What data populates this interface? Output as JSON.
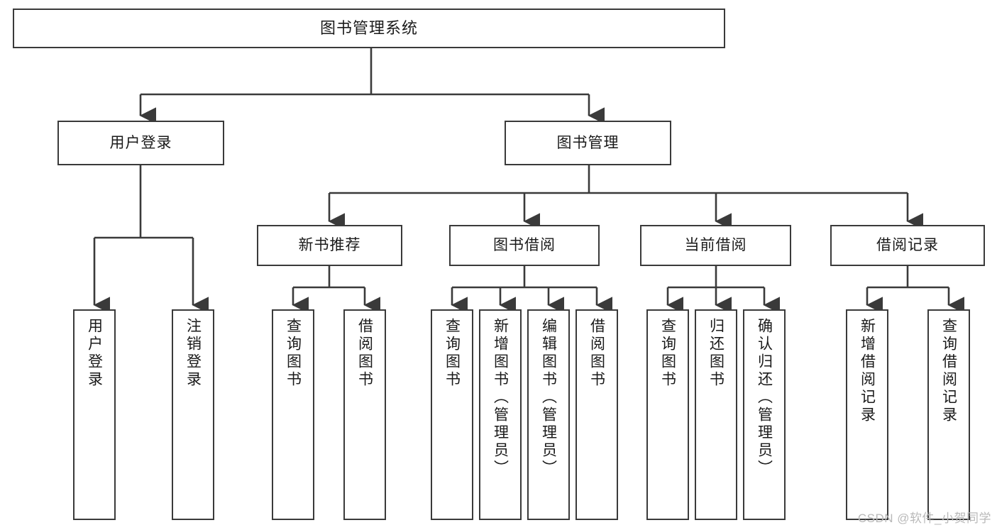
{
  "diagram": {
    "type": "tree",
    "title": "图书管理系统",
    "orientation": "top-down",
    "levels": 4,
    "line_color": "#3a3a3a",
    "box_fill": "#ffffff",
    "text_color": "#1a1a1a"
  },
  "root": {
    "label": "图书管理系统"
  },
  "level2": [
    {
      "label": "用户登录"
    },
    {
      "label": "图书管理"
    }
  ],
  "level3": [
    {
      "label": "新书推荐"
    },
    {
      "label": "图书借阅"
    },
    {
      "label": "当前借阅"
    },
    {
      "label": "借阅记录"
    }
  ],
  "leaves": {
    "user_login": [
      {
        "label": "用户登录"
      },
      {
        "label": "注销登录"
      }
    ],
    "new_book_recommend": [
      {
        "label": "查询图书"
      },
      {
        "label": "借阅图书"
      }
    ],
    "book_borrow": [
      {
        "label": "查询图书"
      },
      {
        "label": "新增图书（管理员）"
      },
      {
        "label": "编辑图书（管理员）"
      },
      {
        "label": "借阅图书"
      }
    ],
    "current_borrow": [
      {
        "label": "查询图书"
      },
      {
        "label": "归还图书"
      },
      {
        "label": "确认归还（管理员）"
      }
    ],
    "borrow_record": [
      {
        "label": "新增借阅记录"
      },
      {
        "label": "查询借阅记录"
      }
    ]
  },
  "watermark": {
    "text": "CSDN @软件_小贺同学"
  }
}
